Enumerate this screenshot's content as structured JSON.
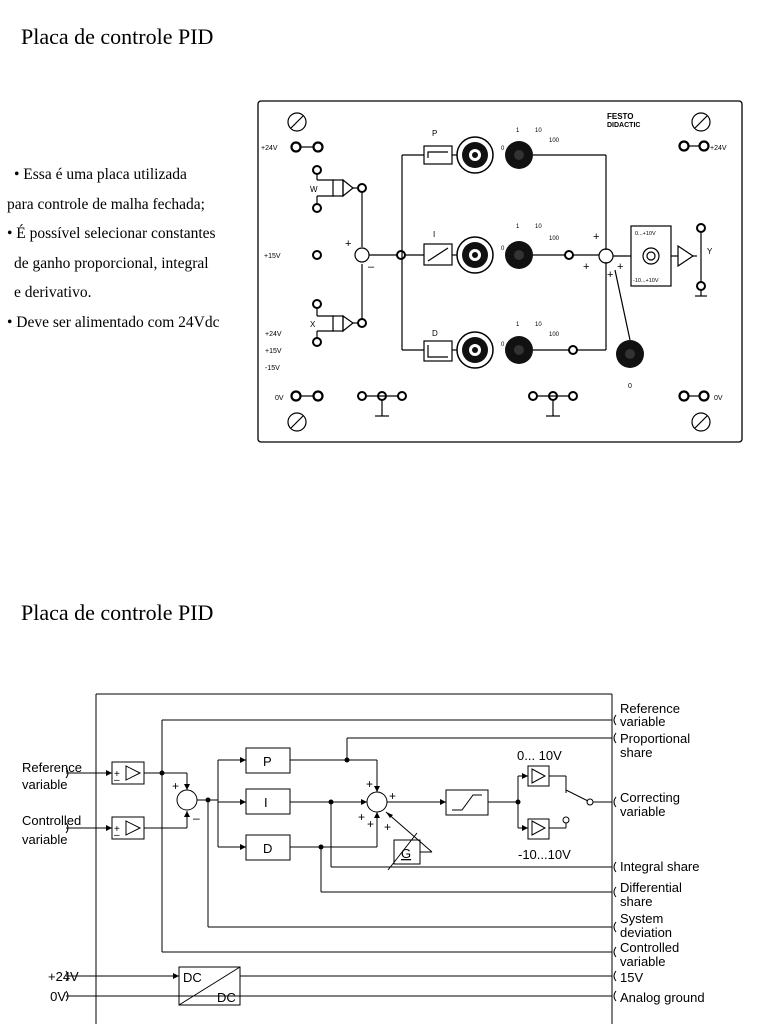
{
  "slide1": {
    "title": "Placa de controle PID",
    "bullets": [
      "• Essa é uma placa utilizada",
      "para controle de malha fechada;",
      "• É possível selecionar constantes",
      "de ganho proporcional, integral",
      "e derivativo.",
      "• Deve ser alimentado com 24Vdc"
    ],
    "panel": {
      "brand_line1": "FESTO",
      "brand_line2": "DIDACTIC",
      "label_24v_left": "+24V",
      "label_24v_right": "+24V",
      "label_15v": "+15V",
      "label_w": "W",
      "label_x": "X",
      "label_y": "Y",
      "label_p": "P",
      "label_i": "I",
      "label_d": "D",
      "supply_labels": [
        "+24V",
        "+15V",
        "-15V"
      ],
      "scale_1": "1",
      "scale_10": "10",
      "scale_100": "100",
      "scale_0": "0",
      "range_top": "0...+10V",
      "range_bottom": "-10...+10V",
      "label_0v_left": "0V",
      "label_0v_right": "0V",
      "knob_zero": "0"
    }
  },
  "slide2": {
    "title": "Placa de controle PID",
    "diagram": {
      "left_reference_1": "Reference",
      "left_reference_2": "variable",
      "left_controlled_1": "Controlled",
      "left_controlled_2": "variable",
      "left_24v": "+24V",
      "left_0v": "0V",
      "block_p": "P",
      "block_i": "I",
      "block_d": "D",
      "block_g": "G",
      "range_top": "0... 10V",
      "range_bottom": "-10...10V",
      "dc_top": "DC",
      "dc_bottom": "DC",
      "right_labels": [
        "Reference",
        "variable",
        "Proportional",
        "share",
        "Correcting",
        "variable",
        "Integral share",
        "Differential",
        "share",
        "System",
        "deviation",
        "Controlled",
        "variable",
        "15V",
        "Analog ground"
      ]
    }
  }
}
